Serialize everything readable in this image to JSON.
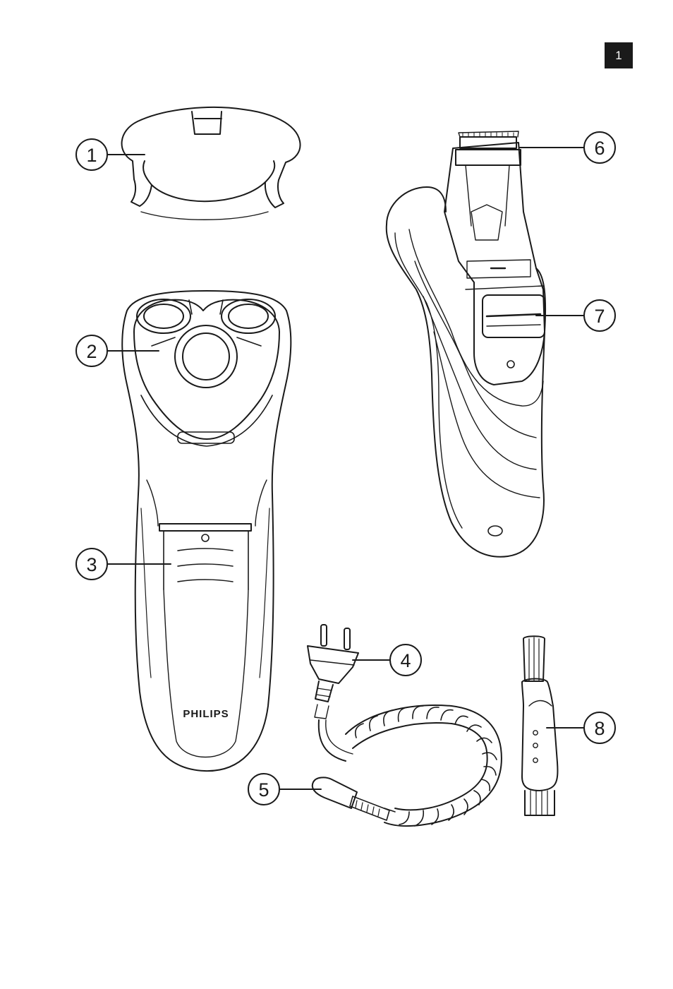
{
  "page": {
    "number": "1"
  },
  "brand": {
    "logo_text": "PHILIPS"
  },
  "callouts": [
    {
      "number": "1",
      "part": "protection-cap"
    },
    {
      "number": "2",
      "part": "shaving-unit"
    },
    {
      "number": "3",
      "part": "on-off-button"
    },
    {
      "number": "4",
      "part": "power-plug"
    },
    {
      "number": "5",
      "part": "appliance-plug"
    },
    {
      "number": "6",
      "part": "trimmer"
    },
    {
      "number": "7",
      "part": "trimmer-slide"
    },
    {
      "number": "8",
      "part": "cleaning-brush"
    }
  ],
  "colors": {
    "ink": "#1a1a1a",
    "background": "#ffffff"
  }
}
